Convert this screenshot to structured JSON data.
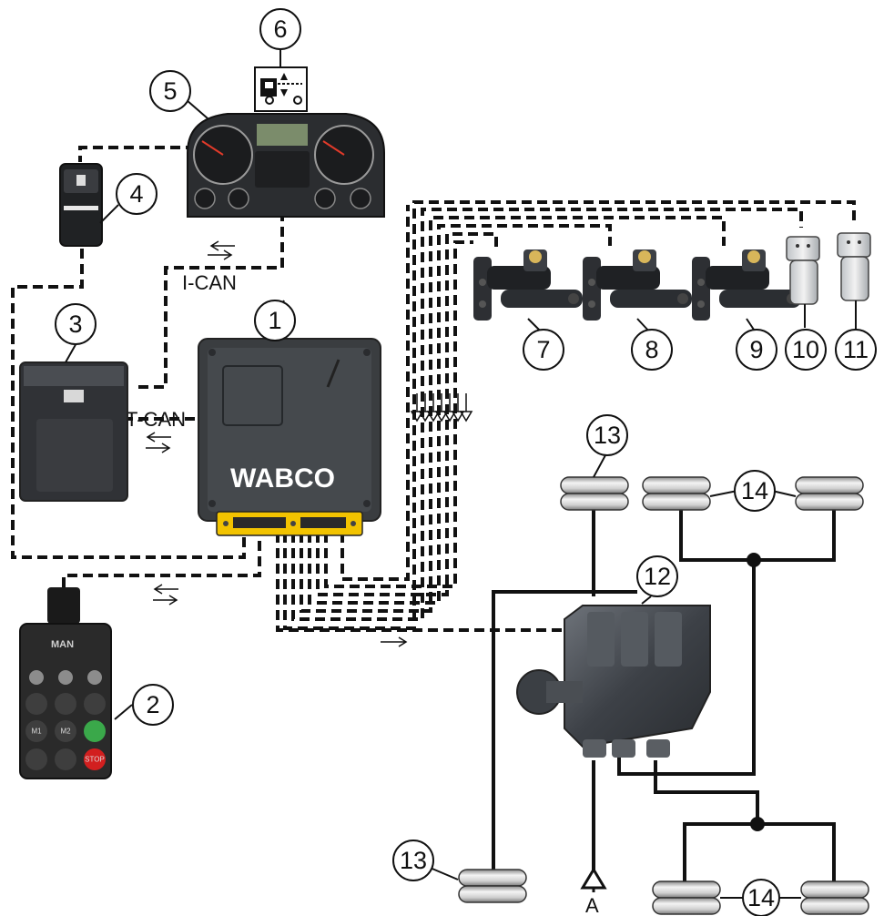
{
  "callouts": {
    "c1": "1",
    "c2": "2",
    "c3": "3",
    "c4": "4",
    "c5": "5",
    "c6": "6",
    "c7": "7",
    "c8": "8",
    "c9": "9",
    "c10": "10",
    "c11": "11",
    "c12": "12",
    "c13a": "13",
    "c13b": "13",
    "c14a": "14",
    "c14b": "14"
  },
  "labels": {
    "ican": "I-CAN",
    "tcan": "T-CAN",
    "supply": "A",
    "brand_ecu": "WABCO",
    "brand_remote": "MAN"
  },
  "remote_keys": {
    "m1": "M1",
    "m2": "M2",
    "stop": "STOP"
  },
  "colors": {
    "ecu_body": "#3a3d40",
    "ecu_connector": "#f2c300",
    "line": "#111111",
    "remote_body": "#2a2a2a",
    "stop_button": "#d21f1f",
    "green_button": "#3aa84a"
  }
}
